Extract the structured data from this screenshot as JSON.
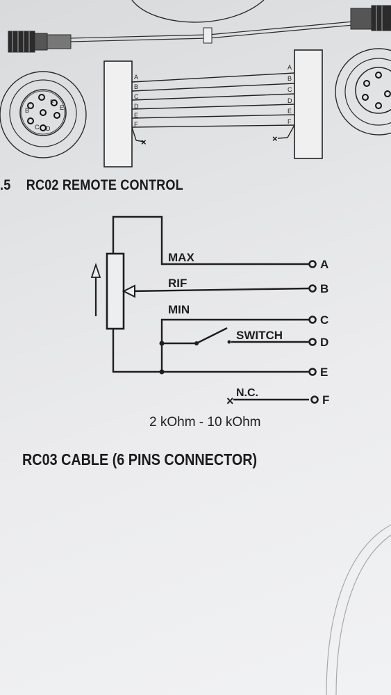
{
  "page": {
    "section_prefix": ".5",
    "rc02_title": "RC02 REMOTE CONTROL",
    "rc03_title": "RC03 CABLE (6 PINS CONNECTOR)"
  },
  "top_diagram": {
    "left_pins": [
      "A",
      "B",
      "C",
      "D",
      "E",
      "F"
    ],
    "right_pins": [
      "A",
      "B",
      "C",
      "D",
      "E",
      "F"
    ],
    "connector_pin_labels": [
      "F",
      "E",
      "C",
      "D",
      "B"
    ]
  },
  "schematic": {
    "wire_labels": {
      "max": "MAX",
      "rif": "RIF",
      "min": "MIN",
      "switch": "SWITCH",
      "nc": "N.C."
    },
    "terminals": [
      "A",
      "B",
      "C",
      "D",
      "E",
      "F"
    ],
    "resistance_range": "2 kOhm - 10 kOhm"
  },
  "colors": {
    "ink": "#1e1e1e",
    "paper_dark": "#d9dadc",
    "paper_light": "#f1f2f4"
  }
}
